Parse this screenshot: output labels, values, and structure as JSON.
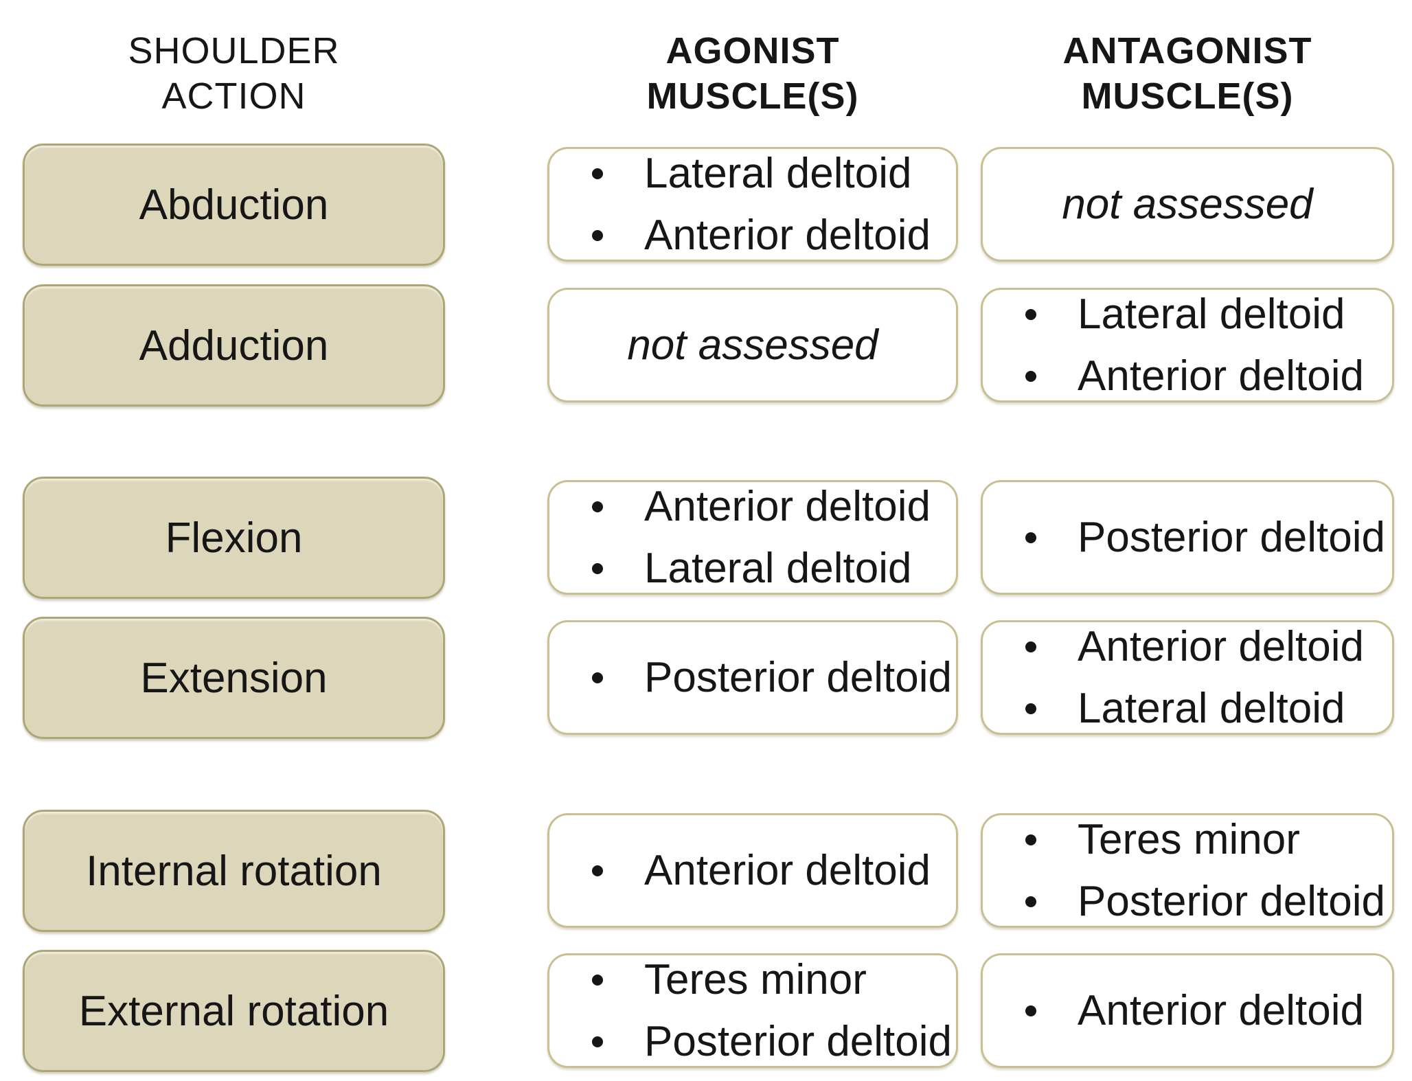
{
  "figure": {
    "columns": [
      {
        "key": "action",
        "header_lines": [
          "SHOULDER",
          "ACTION"
        ],
        "bold": false
      },
      {
        "key": "agonist",
        "header_lines": [
          "AGONIST",
          "MUSCLE(S)"
        ],
        "bold": true
      },
      {
        "key": "antagonist",
        "header_lines": [
          "ANTAGONIST",
          "MUSCLE(S)"
        ],
        "bold": true
      }
    ],
    "rows": [
      {
        "action": "Abduction",
        "agonist": {
          "type": "bullets",
          "items": [
            "Lateral deltoid",
            "Anterior deltoid"
          ]
        },
        "antagonist": {
          "type": "note",
          "text": "not assessed"
        }
      },
      {
        "action": "Adduction",
        "agonist": {
          "type": "note",
          "text": "not assessed"
        },
        "antagonist": {
          "type": "bullets",
          "items": [
            "Lateral deltoid",
            "Anterior deltoid"
          ]
        }
      },
      {
        "action": "Flexion",
        "agonist": {
          "type": "bullets",
          "items": [
            "Anterior deltoid",
            "Lateral deltoid"
          ]
        },
        "antagonist": {
          "type": "bullets",
          "items": [
            "Posterior deltoid"
          ]
        }
      },
      {
        "action": "Extension",
        "agonist": {
          "type": "bullets",
          "items": [
            "Posterior deltoid"
          ]
        },
        "antagonist": {
          "type": "bullets",
          "items": [
            "Anterior deltoid",
            "Lateral deltoid"
          ]
        }
      },
      {
        "action": "Internal rotation",
        "agonist": {
          "type": "bullets",
          "items": [
            "Anterior deltoid"
          ]
        },
        "antagonist": {
          "type": "bullets",
          "items": [
            "Teres minor",
            "Posterior deltoid"
          ]
        }
      },
      {
        "action": "External rotation",
        "agonist": {
          "type": "bullets",
          "items": [
            "Teres minor",
            "Posterior deltoid"
          ]
        },
        "antagonist": {
          "type": "bullets",
          "items": [
            "Anterior deltoid"
          ]
        }
      }
    ]
  },
  "colors": {
    "action_fill": "#dcd6ba",
    "action_border": "#afa676",
    "muscle_fill": "#ffffff",
    "muscle_border": "#c8bf93",
    "text": "#161616",
    "background": "#ffffff"
  }
}
